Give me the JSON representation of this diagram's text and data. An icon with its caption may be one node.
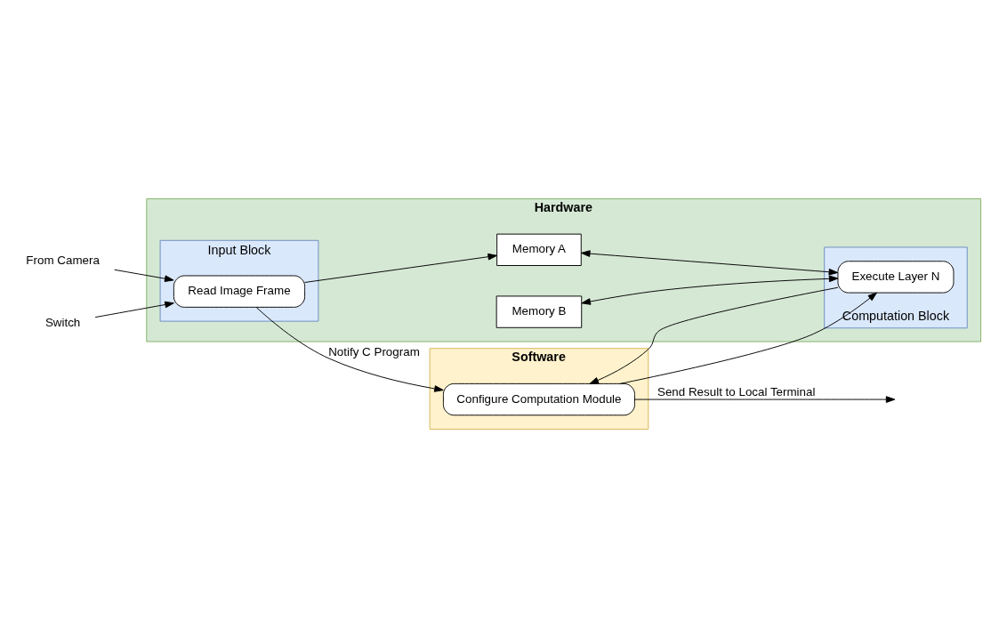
{
  "diagram": {
    "nodes": [
      {
        "text": [
          "Hardware"
        ]
      },
      {
        "text": [
          "Software"
        ]
      },
      {
        "text": [
          "Input Block"
        ],
        "in": 0
      },
      {
        "text": [
          "Read Image Frame"
        ],
        "in": 2
      },
      {
        "text": [
          "Memory A"
        ],
        "in": 0
      },
      {
        "text": [
          "Memory B"
        ],
        "in": 0
      },
      {
        "text": [
          "Computation Block"
        ],
        "in": 0
      },
      {
        "text": [
          "Execute Layer N"
        ],
        "in": 6
      },
      {
        "text": [
          "Configure Computation Module"
        ],
        "in": 1
      },
      {
        "text": [
          "From Camera"
        ]
      },
      {
        "text": [
          "Switch"
        ]
      }
    ],
    "edges": [
      {
        "from": 9,
        "to": 3,
        "arrow": "to"
      },
      {
        "from": 10,
        "to": 3,
        "arrow": "to"
      },
      {
        "from": 3,
        "to": 4,
        "arrow": "to"
      },
      {
        "from": 3,
        "to": 8,
        "arrow": "to",
        "label": "Notify C Program"
      },
      {
        "from": 4,
        "to": 7,
        "arrow": "both"
      },
      {
        "from": 5,
        "to": 7,
        "arrow": "both"
      },
      {
        "from": 8,
        "to": 7,
        "arrow": "to"
      },
      {
        "from": 7,
        "to": 8,
        "arrow": "to"
      },
      {
        "from": 8,
        "to": null,
        "arrow": "to",
        "label": "Send Result to Local Terminal"
      }
    ]
  }
}
